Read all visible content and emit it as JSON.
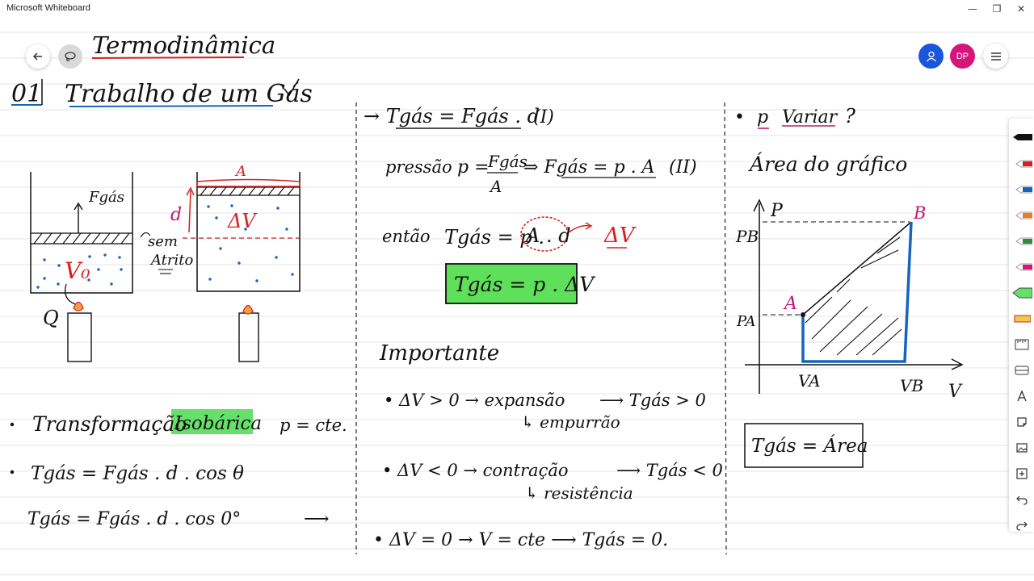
{
  "window": {
    "title": "Microsoft Whiteboard"
  },
  "controls": {
    "avatar_initials": "DP"
  },
  "colors": {
    "ink": "#111111",
    "red": "#d62020",
    "pink": "#c21872",
    "blue": "#1565c0",
    "green": "#5fe05a",
    "highlight": "#66e06a",
    "purple": "#2a1a6e"
  },
  "board": {
    "title": "Termodinâmica",
    "heading_number": "01",
    "heading": "Trabalho de um Gás",
    "left": {
      "f_label": "Fgás",
      "sem": "sem",
      "atrito": "Atrito",
      "v0": "V₀",
      "q": "Q",
      "d": "d",
      "a": "A",
      "dv": "ΔV",
      "line1_prefix": "Transformação",
      "line1_highlight": "Isobárica",
      "line1_suffix": "p = cte.",
      "line2": "Tgás = Fgás . d . cos θ",
      "line3": "Tgás = Fgás . d . cos 0°",
      "arrow": "⟶"
    },
    "middle": {
      "eq1": "→ Tgás = Fgás . d",
      "eq1_tag": "(I)",
      "pressao": "pressão",
      "eq2_p": "p =",
      "eq2_num": "Fgás",
      "eq2_den": "A",
      "eq2_rest": "⇒ Fgás = p . A",
      "eq2_tag": "(II)",
      "entao": "então",
      "eq3": "Tgás = p .",
      "eq3_circled": "A . d",
      "eq3_dv": "ΔV",
      "boxed": "Tgás = p . ΔV",
      "importante": "Importante",
      "b1_left": "• ΔV > 0 → expansão",
      "b1_right": "⟶ Tgás > 0",
      "b1_sub": "↳ empurrão",
      "b2_left": "• ΔV < 0 → contração",
      "b2_right": "⟶ Tgás < 0",
      "b2_sub": "↳ resistência",
      "b3": "• ΔV = 0 → V = cte ⟶ Tgás = 0."
    },
    "right": {
      "q1_bullet": "•",
      "q1_p": "p",
      "q1_varia": "Variar",
      "q1_mark": "?",
      "area": "Área do gráfico",
      "axis_p": "P",
      "axis_v": "V",
      "pb": "PB",
      "pa": "PA",
      "va": "VA",
      "vb": "VB",
      "point_a": "A",
      "point_b": "B",
      "box": "Tgás = Área"
    }
  }
}
